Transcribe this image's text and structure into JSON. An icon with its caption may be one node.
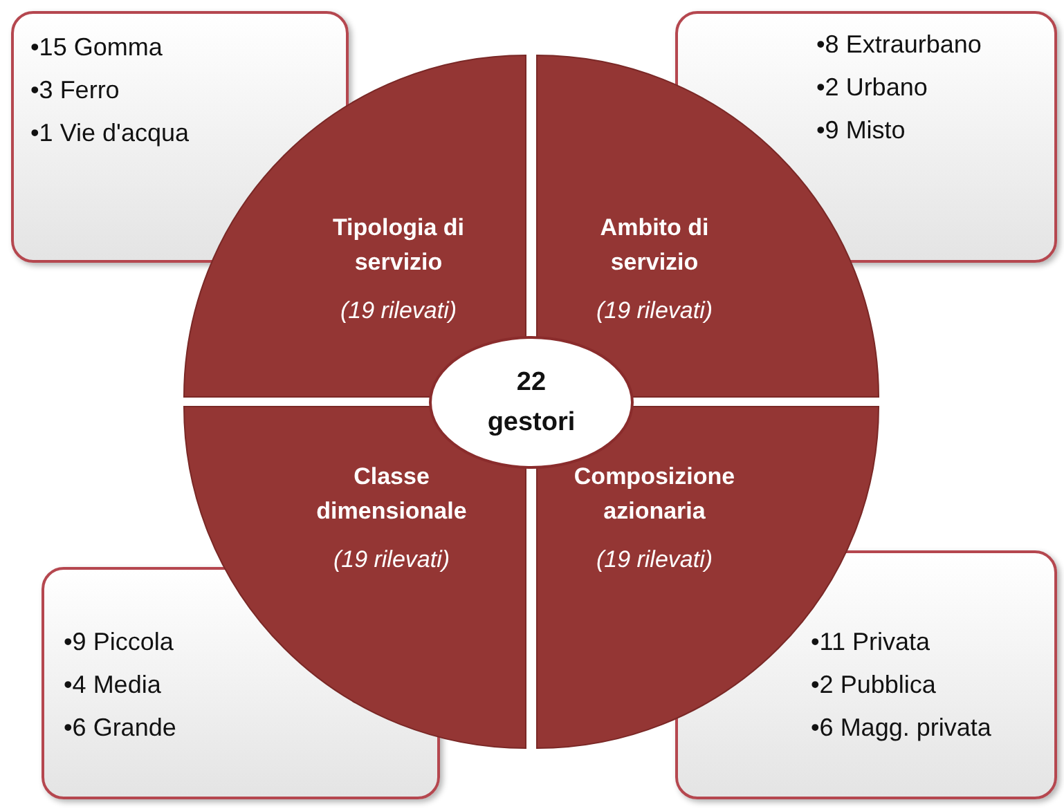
{
  "diagram": {
    "nodes": [
      {
        "text": [
          "•15 Gomma",
          "•3 Ferro",
          "•1 Vie d'acqua"
        ]
      },
      {
        "text": [
          "•8 Extraurbano",
          "•2 Urbano",
          "•9 Misto"
        ]
      },
      {
        "text": [
          "•9 Piccola",
          "•4 Media",
          "•6 Grande"
        ]
      },
      {
        "text": [
          "•11 Privata",
          "•2 Pubblica",
          "•6 Magg. privata"
        ]
      },
      {
        "text": [
          "Tipologia di servizio",
          "(19 rilevati)"
        ]
      },
      {
        "text": [
          "Ambito di servizio",
          "(19 rilevati)"
        ]
      },
      {
        "text": [
          "Classe dimensionale",
          "(19 rilevati)"
        ]
      },
      {
        "text": [
          "Composizione azionaria",
          "(19 rilevati)"
        ]
      },
      {
        "text": [
          "22 gestori"
        ]
      }
    ]
  }
}
